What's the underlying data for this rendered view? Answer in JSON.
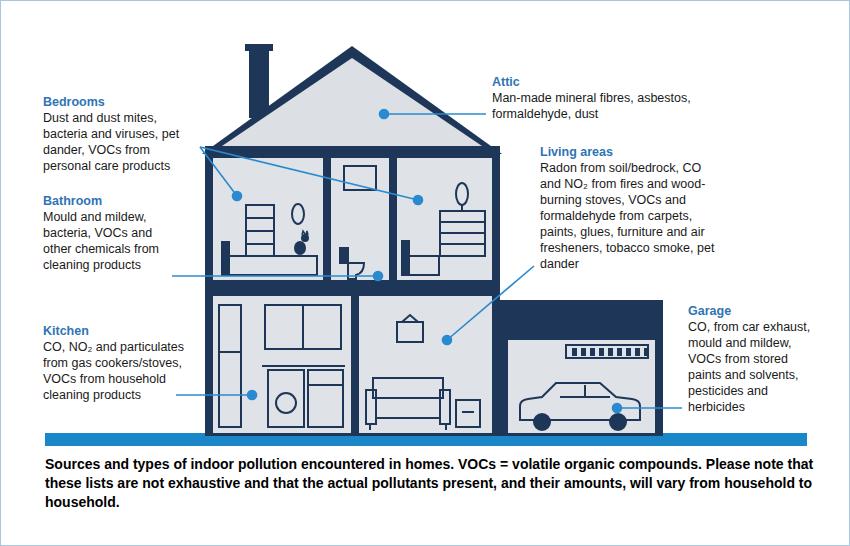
{
  "diagram": {
    "caption": "Sources and types of indoor pollution encountered in homes. VOCs = volatile organic compounds. Please note that these lists are not exhaustive and that the actual pollutants present, and their amounts, will vary from household to household.",
    "labels": [
      "Bedrooms",
      "Dust and dust mites, bacteria and viruses, pet dander, VOCs from personal care products",
      "Bathroom",
      "Mould and mildew, bacteria, VOCs and other chemicals from cleaning products",
      "Kitchen",
      "CO, NO₂ and particulates from gas cookers/stoves, VOCs from household cleaning products",
      "Attic",
      "Man-made mineral fibres, asbestos, formaldehyde, dust",
      "Living areas",
      "Radon from soil/bedrock, CO and NO₂ from fires and wood-burning stoves, VOCs and formaldehyde from carpets, paints, glues, furniture and air fresheners, tobacco smoke, pet dander",
      "Garage",
      "CO, from car exhaust, mould and mildew, VOCs from stored paints and solvents, pesticides and herbicides"
    ]
  }
}
